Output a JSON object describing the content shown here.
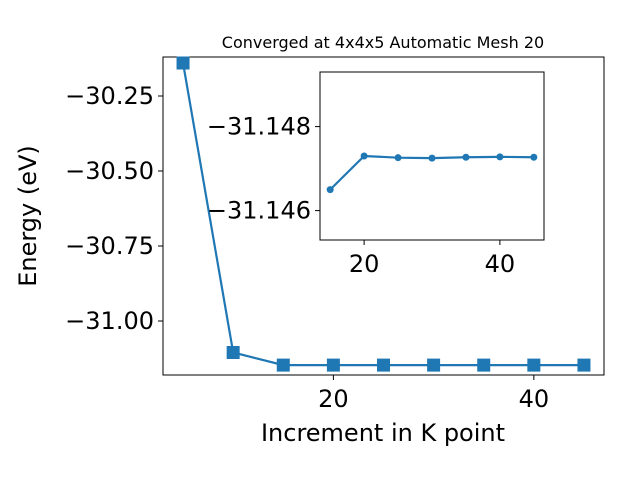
{
  "chart_data": [
    {
      "type": "line",
      "title": "Converged at 4x4x5 Automatic Mesh 20",
      "xlabel": "Increment in K point",
      "ylabel": "Energy (eV)",
      "x": [
        5,
        10,
        15,
        20,
        25,
        30,
        35,
        40,
        45
      ],
      "series": [
        {
          "values": [
            -30.14,
            -31.105,
            -31.147,
            -31.147,
            -31.147,
            -31.147,
            -31.147,
            -31.147,
            -31.147
          ]
        }
      ],
      "xlim": [
        3,
        47
      ],
      "ylim": [
        -31.18,
        -30.12
      ],
      "xticks": [
        "20",
        "40"
      ],
      "yticks": [
        "−30.25",
        "−30.50",
        "−30.75",
        "−31.00"
      ],
      "marker": "square",
      "color": "#1f77b4"
    },
    {
      "type": "line",
      "role": "inset",
      "x": [
        15,
        20,
        25,
        30,
        35,
        40,
        45
      ],
      "series": [
        {
          "values": [
            -31.1465,
            -31.1473,
            -31.14726,
            -31.14725,
            -31.14727,
            -31.14728,
            -31.14727
          ]
        }
      ],
      "xlim": [
        13.5,
        46.5
      ],
      "ylim": [
        -31.1453,
        -31.1493
      ],
      "xticks": [
        "20",
        "40"
      ],
      "yticks": [
        "−31.148",
        "−31.146"
      ],
      "marker": "circle",
      "color": "#1f77b4"
    }
  ]
}
